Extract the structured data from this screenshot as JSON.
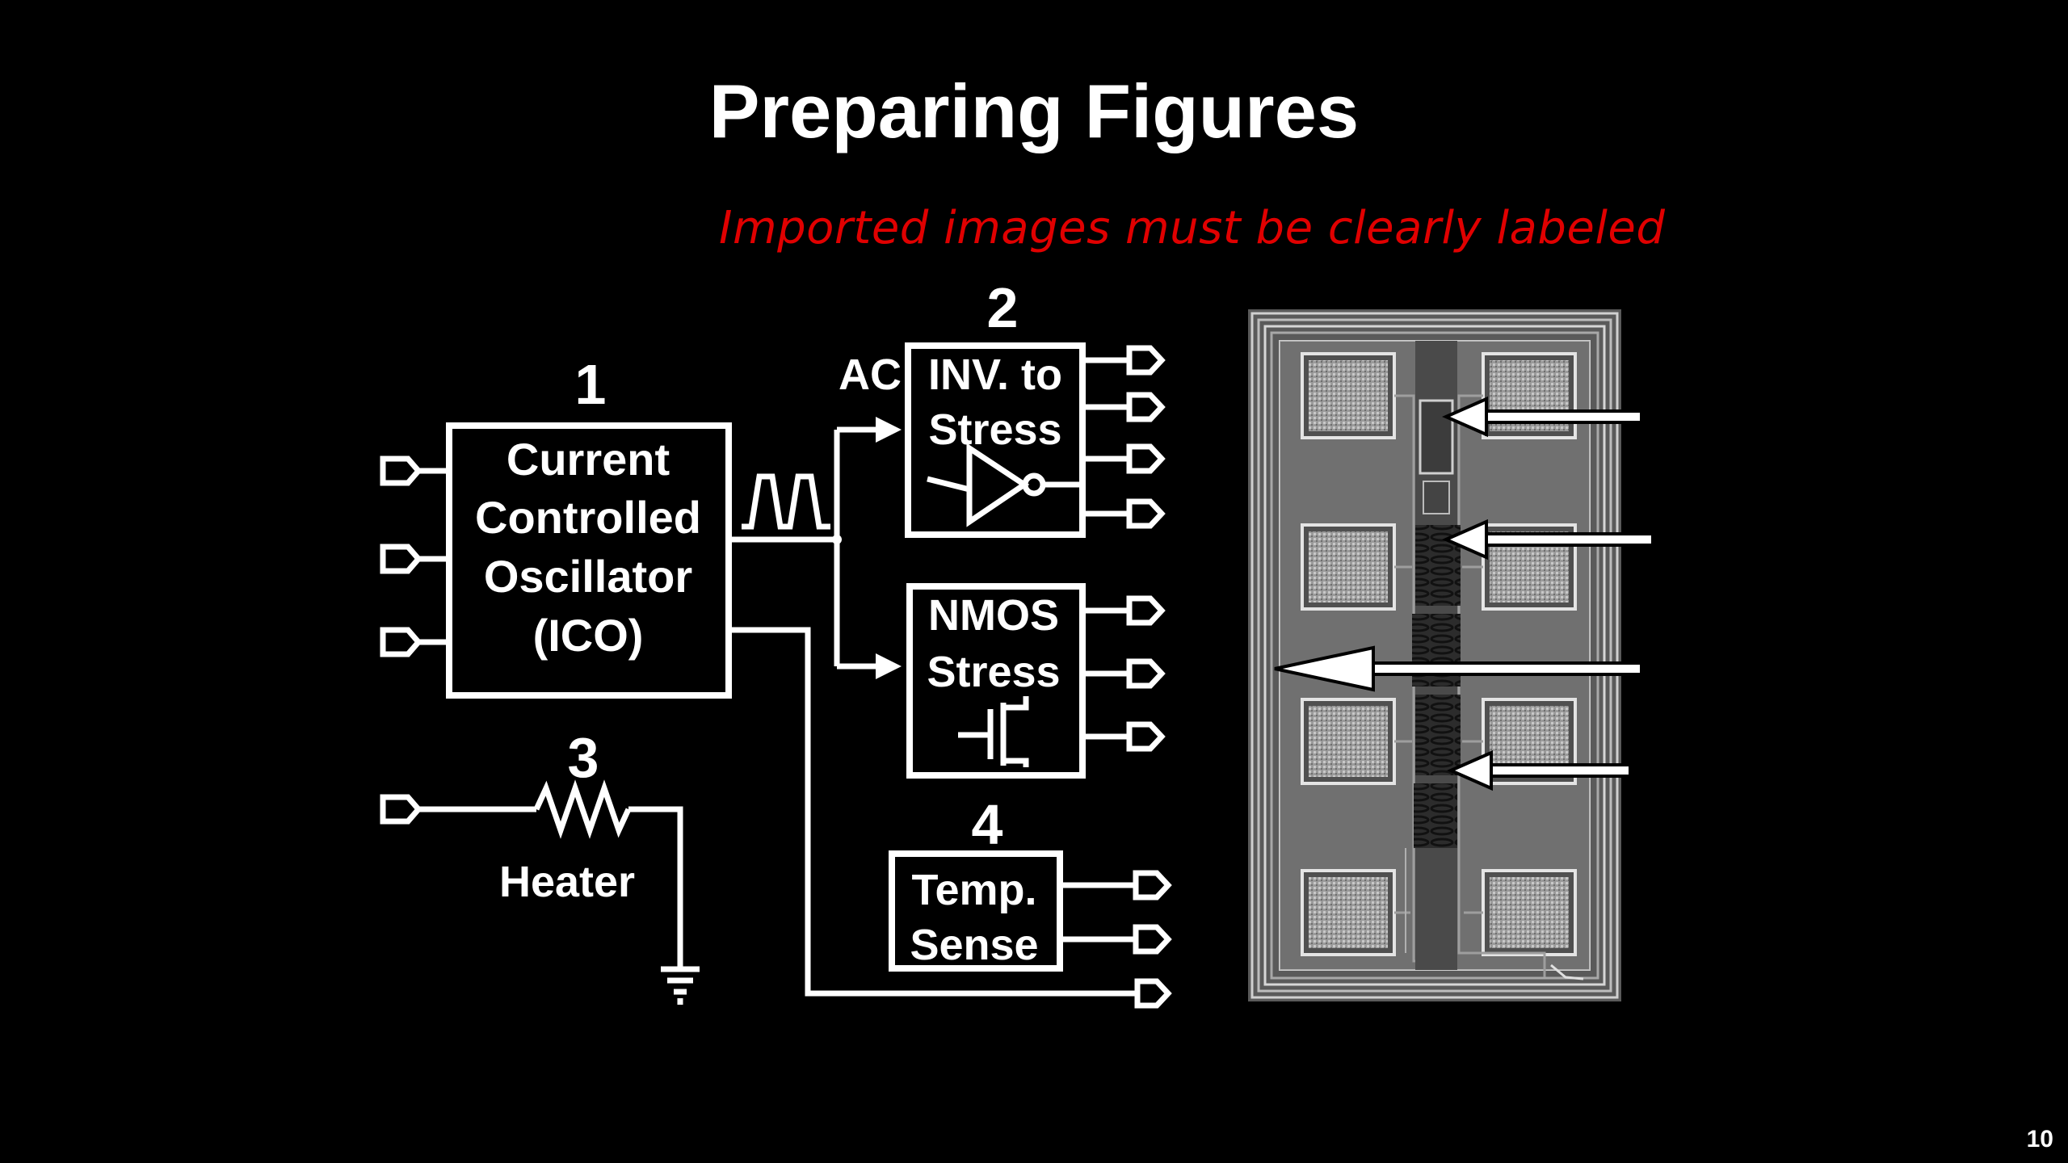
{
  "slide": {
    "title": "Preparing Figures",
    "subtitle": "Imported images must be clearly labeled",
    "page_number": "10"
  },
  "colors": {
    "background": "#000000",
    "text": "#ffffff",
    "subtitle": "#e00000"
  },
  "diagram": {
    "ico": {
      "number": "1",
      "lines": [
        "Current",
        "Controlled",
        "Oscillator",
        "(ICO)"
      ]
    },
    "inverter": {
      "number": "2",
      "input_label": "AC",
      "lines": [
        "INV. to",
        "Stress"
      ]
    },
    "nmos": {
      "lines": [
        "NMOS",
        "Stress"
      ]
    },
    "heater": {
      "number": "3",
      "label": "Heater"
    },
    "temp": {
      "number": "4",
      "lines": [
        "Temp.",
        "Sense"
      ]
    }
  },
  "die_photo": {
    "description_icon": "chip-die-photo",
    "arrow_count": 4
  }
}
